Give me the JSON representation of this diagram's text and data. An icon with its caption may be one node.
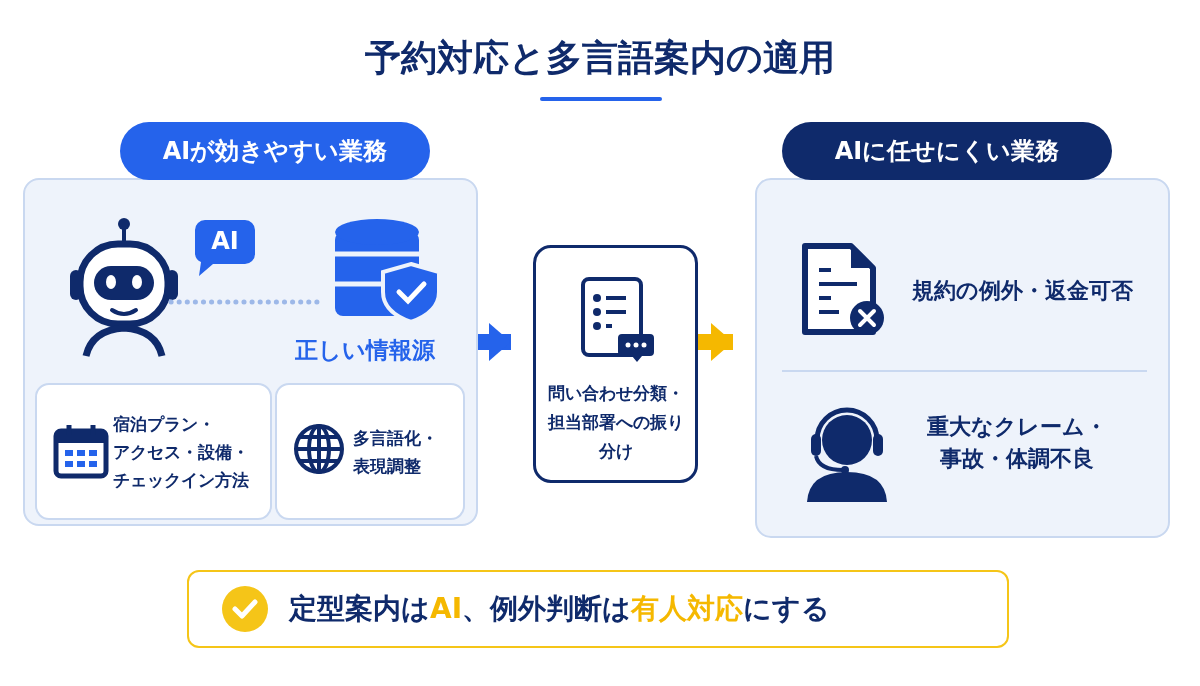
{
  "diagram": {
    "title": "予約対応と多言語案内の適用",
    "nodes": [
      {
        "text": [
          "AIが効きやすい業務"
        ]
      },
      {
        "text": [],
        "shape": "picture",
        "in": 0
      },
      {
        "text": [
          "AI"
        ],
        "in": 0
      },
      {
        "text": [
          "正しい情報源"
        ],
        "in": 0
      },
      {
        "text": [
          "宿泊プラン・アクセス・設備・チェックイン方法"
        ],
        "in": 0
      },
      {
        "text": [
          "多言語化・表現調整"
        ],
        "in": 0
      },
      {
        "text": [
          "問い合わせ分類・担当部署への振り分け"
        ]
      },
      {
        "text": [
          "AIに任せにくい業務"
        ]
      },
      {
        "text": [
          "定型案内は**AI**、例外判断は**有人対応**にする"
        ]
      }
    ],
    "edges": [
      {
        "from": 1,
        "to": 3,
        "arrow": "none",
        "style": "dashed"
      },
      {
        "from": 0,
        "to": 6,
        "arrow": "to",
        "color": "#2563eb"
      },
      {
        "from": 6,
        "to": 7,
        "arrow": "to",
        "color": "#f5b800"
      }
    ],
    "labels": [
      "規約の例外・返金可否",
      "重大なクレーム・事故・体調不良"
    ]
  }
}
